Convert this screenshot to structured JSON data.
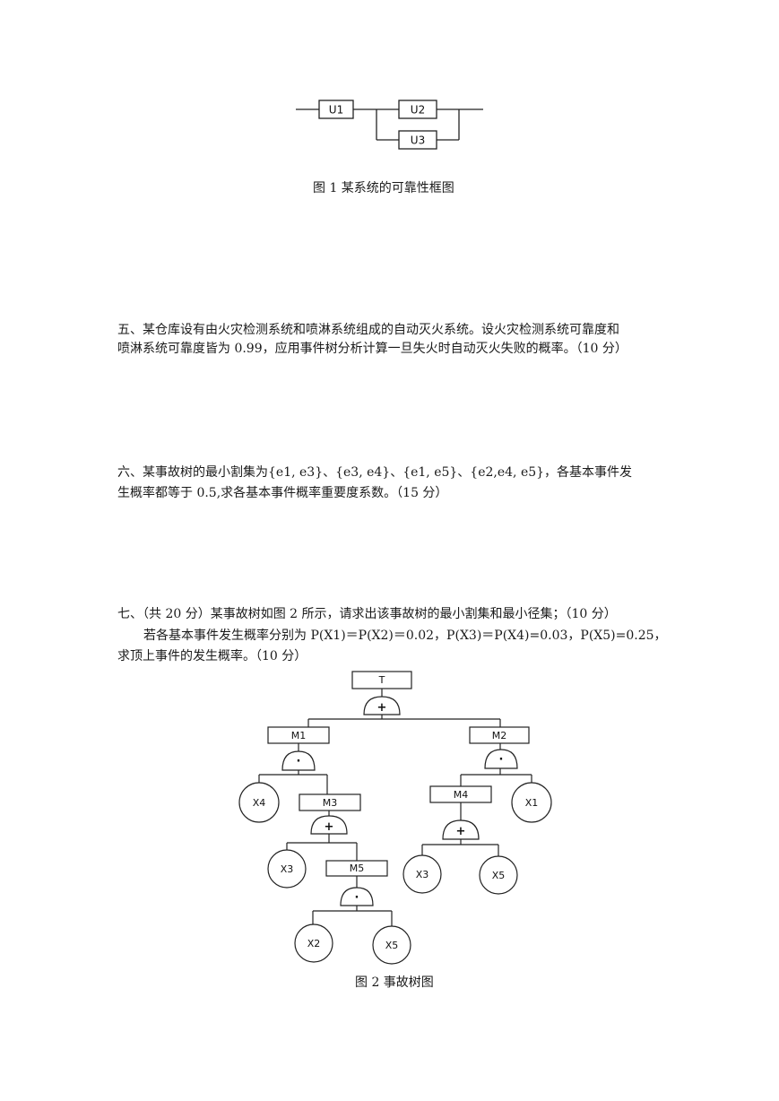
{
  "figure1": {
    "blocks": [
      "U1",
      "U2",
      "U3"
    ],
    "caption": "图 1  某系统的可靠性框图"
  },
  "q5": {
    "line1": "五、某仓库设有由火灾检测系统和喷淋系统组成的自动灭火系统。设火灾检测系统可靠度和",
    "line2": "喷淋系统可靠度皆为 0.99，应用事件树分析计算一旦失火时自动灭火失败的概率。（10 分）"
  },
  "q6": {
    "line1": "六、某事故树的最小割集为{e1,  e3}、{e3,  e4}、{e1,  e5}、{e2,e4,  e5}，各基本事件发",
    "line2": "生概率都等于 0.5,求各基本事件概率重要度系数。（15 分）"
  },
  "q7": {
    "line1": "七、（共 20 分）某事故树如图 2 所示，请求出该事故树的最小割集和最小径集；（10 分）",
    "line2": "若各基本事件发生概率分别为 P(X1)＝P(X2)＝0.02，P(X3)＝P(X4)=0.03，P(X5)=0.25，",
    "line3": "求顶上事件的发生概率。（10 分）"
  },
  "figure2": {
    "top": "T",
    "gate_or": "+",
    "gate_and": "·",
    "intermediate": [
      "M1",
      "M2",
      "M3",
      "M4",
      "M5"
    ],
    "basic": [
      "X4",
      "X3",
      "X2",
      "X5",
      "X3",
      "X5",
      "X1"
    ],
    "caption": "图 2  事故树图"
  }
}
